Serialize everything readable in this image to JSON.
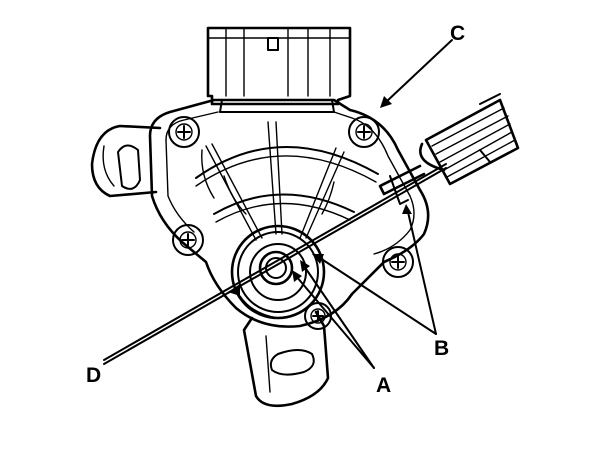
{
  "diagram": {
    "callouts": {
      "a": "A",
      "b": "B",
      "c": "C",
      "d": "D"
    }
  }
}
